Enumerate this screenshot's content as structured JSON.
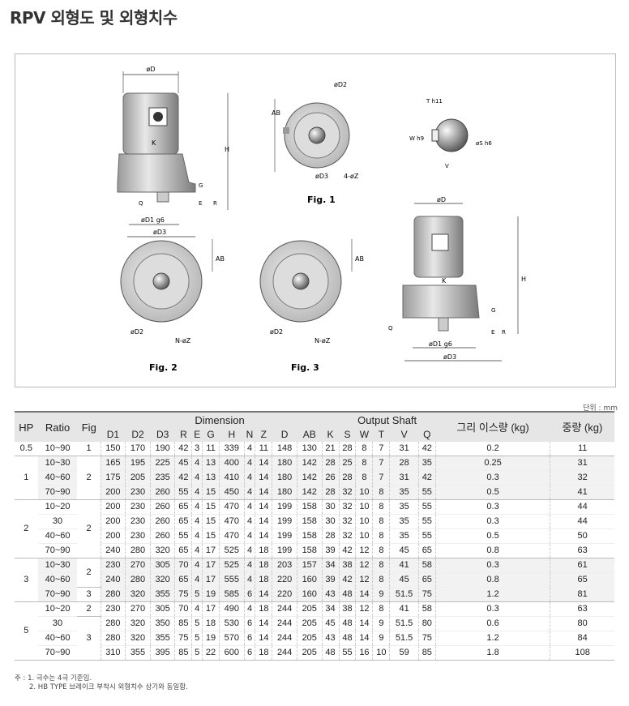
{
  "title": "RPV 외형도 및 외형치수",
  "figures": {
    "fig1": "Fig. 1",
    "fig2": "Fig. 2",
    "fig3": "Fig. 3",
    "labels": {
      "oD": "øD",
      "oD1": "øD1 g6",
      "oD2": "øD2",
      "oD3": "øD3",
      "H": "H",
      "AB": "AB",
      "K": "K",
      "G": "G",
      "E": "E",
      "R": "R",
      "Q": "Q",
      "fourZ": "4-øZ",
      "NZ": "N-øZ",
      "Th11": "T h11",
      "Wh9": "W h9",
      "Sh6": "øS h6",
      "V": "V"
    }
  },
  "unit_label": "단위 : mm",
  "table": {
    "headers": {
      "hp": "HP",
      "ratio": "Ratio",
      "fig": "Fig",
      "dimension": "Dimension",
      "output_shaft": "Output Shaft",
      "moment": "그리 이스량 (kg)",
      "weight": "중량 (kg)",
      "cols": [
        "D1",
        "D2",
        "D3",
        "R",
        "E",
        "G",
        "H",
        "N",
        "Z",
        "D",
        "AB",
        "K",
        "S",
        "W",
        "T",
        "V",
        "Q"
      ]
    },
    "groups": [
      {
        "hp": "0.5",
        "rows": [
          {
            "ratio": "10~90",
            "fig": "1",
            "v": [
              "150",
              "170",
              "190",
              "42",
              "3",
              "11",
              "339",
              "4",
              "11",
              "148",
              "130",
              "21",
              "28",
              "8",
              "7",
              "31",
              "42",
              "0.2",
              "11"
            ]
          }
        ]
      },
      {
        "hp": "1",
        "fig": "2",
        "rows": [
          {
            "ratio": "10~30",
            "v": [
              "165",
              "195",
              "225",
              "45",
              "4",
              "13",
              "400",
              "4",
              "14",
              "180",
              "142",
              "28",
              "25",
              "8",
              "7",
              "28",
              "35",
              "0.25",
              "31"
            ]
          },
          {
            "ratio": "40~60",
            "v": [
              "175",
              "205",
              "235",
              "42",
              "4",
              "13",
              "410",
              "4",
              "14",
              "180",
              "142",
              "26",
              "28",
              "8",
              "7",
              "31",
              "42",
              "0.3",
              "32"
            ]
          },
          {
            "ratio": "70~90",
            "v": [
              "200",
              "230",
              "260",
              "55",
              "4",
              "15",
              "450",
              "4",
              "14",
              "180",
              "142",
              "28",
              "32",
              "10",
              "8",
              "35",
              "55",
              "0.5",
              "41"
            ]
          }
        ]
      },
      {
        "hp": "2",
        "fig": "2",
        "rows": [
          {
            "ratio": "10~20",
            "v": [
              "200",
              "230",
              "260",
              "65",
              "4",
              "15",
              "470",
              "4",
              "14",
              "199",
              "158",
              "30",
              "32",
              "10",
              "8",
              "35",
              "55",
              "0.3",
              "44"
            ]
          },
          {
            "ratio": "30",
            "v": [
              "200",
              "230",
              "260",
              "65",
              "4",
              "15",
              "470",
              "4",
              "14",
              "199",
              "158",
              "30",
              "32",
              "10",
              "8",
              "35",
              "55",
              "0.3",
              "44"
            ]
          },
          {
            "ratio": "40~60",
            "v": [
              "200",
              "230",
              "260",
              "55",
              "4",
              "15",
              "470",
              "4",
              "14",
              "199",
              "158",
              "28",
              "32",
              "10",
              "8",
              "35",
              "55",
              "0.5",
              "50"
            ]
          },
          {
            "ratio": "70~90",
            "v": [
              "240",
              "280",
              "320",
              "65",
              "4",
              "17",
              "525",
              "4",
              "18",
              "199",
              "158",
              "39",
              "42",
              "12",
              "8",
              "45",
              "65",
              "0.8",
              "63"
            ]
          }
        ]
      },
      {
        "hp": "3",
        "rows": [
          {
            "ratio": "10~30",
            "fig": "2",
            "figspan": 2,
            "v": [
              "230",
              "270",
              "305",
              "70",
              "4",
              "17",
              "525",
              "4",
              "18",
              "203",
              "157",
              "34",
              "38",
              "12",
              "8",
              "41",
              "58",
              "0.3",
              "61"
            ]
          },
          {
            "ratio": "40~60",
            "v": [
              "240",
              "280",
              "320",
              "65",
              "4",
              "17",
              "555",
              "4",
              "18",
              "220",
              "160",
              "39",
              "42",
              "12",
              "8",
              "45",
              "65",
              "0.8",
              "65"
            ]
          },
          {
            "ratio": "70~90",
            "fig": "3",
            "figspan": 1,
            "v": [
              "280",
              "320",
              "355",
              "75",
              "5",
              "19",
              "585",
              "6",
              "14",
              "220",
              "160",
              "43",
              "48",
              "14",
              "9",
              "51.5",
              "75",
              "1.2",
              "81"
            ]
          }
        ]
      },
      {
        "hp": "5",
        "rows": [
          {
            "ratio": "10~20",
            "fig": "2",
            "figspan": 1,
            "v": [
              "230",
              "270",
              "305",
              "70",
              "4",
              "17",
              "490",
              "4",
              "18",
              "244",
              "205",
              "34",
              "38",
              "12",
              "8",
              "41",
              "58",
              "0.3",
              "63"
            ]
          },
          {
            "ratio": "30",
            "fig": "3",
            "figspan": 3,
            "v": [
              "280",
              "320",
              "350",
              "85",
              "5",
              "18",
              "530",
              "6",
              "14",
              "244",
              "205",
              "45",
              "48",
              "14",
              "9",
              "51.5",
              "80",
              "0.6",
              "80"
            ]
          },
          {
            "ratio": "40~60",
            "v": [
              "280",
              "320",
              "355",
              "75",
              "5",
              "19",
              "570",
              "6",
              "14",
              "244",
              "205",
              "43",
              "48",
              "14",
              "9",
              "51.5",
              "75",
              "1.2",
              "84"
            ]
          },
          {
            "ratio": "70~90",
            "v": [
              "310",
              "355",
              "395",
              "85",
              "5",
              "22",
              "600",
              "6",
              "18",
              "244",
              "205",
              "48",
              "55",
              "16",
              "10",
              "59",
              "85",
              "1.8",
              "108"
            ]
          }
        ]
      }
    ]
  },
  "notes": [
    "주 : 1. 극수는 4극 기준임.",
    "2. HB TYPE 브레이크 부착시 외형치수 상기와 동일함."
  ]
}
